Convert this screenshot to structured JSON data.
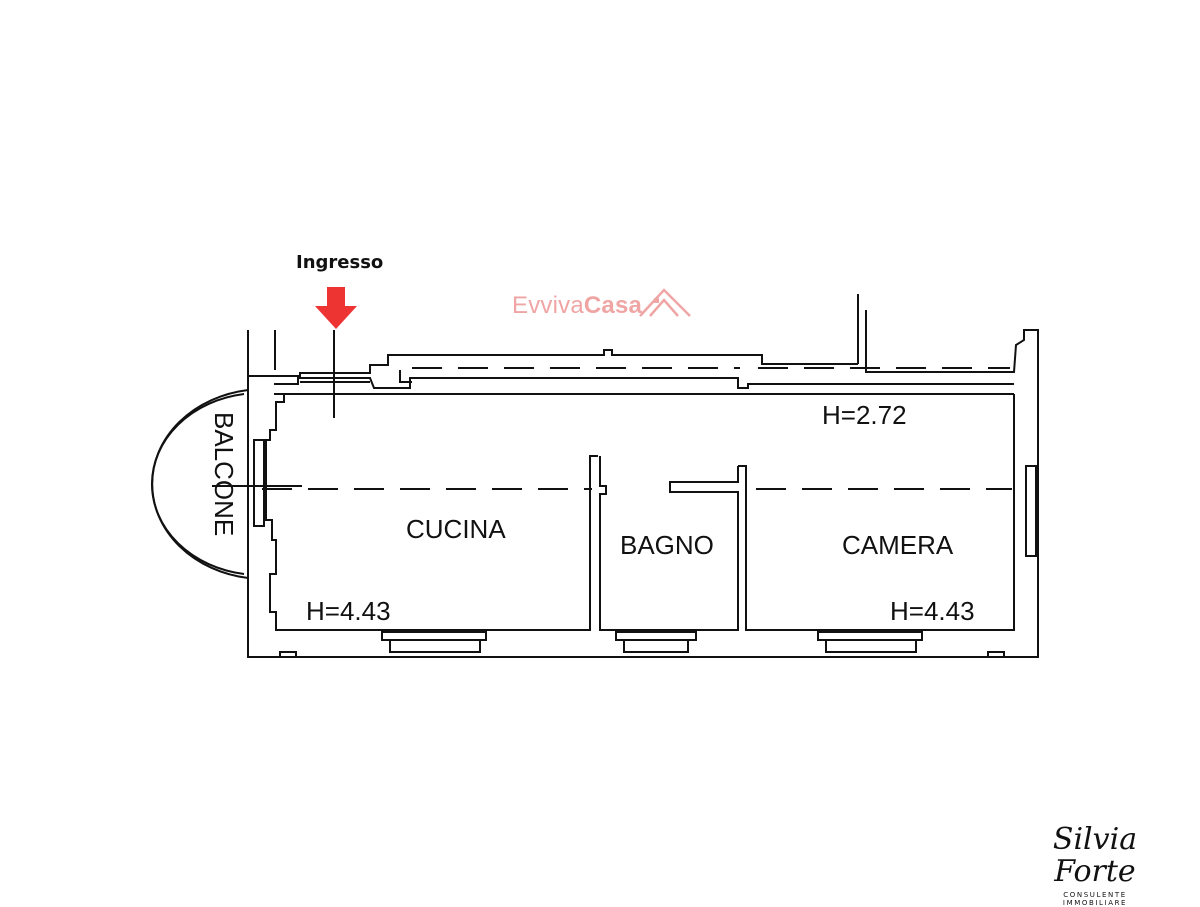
{
  "header": {
    "entrance_label": "Ingresso",
    "arrow_color": "#ee3333"
  },
  "watermark": {
    "part1": "Evviva",
    "part2": "Casa",
    "color": "#f0a5a5",
    "icon": "house-roof-icon"
  },
  "plan": {
    "rooms": {
      "balcony": "BALCONE",
      "kitchen": "CUCINA",
      "bathroom": "BAGNO",
      "bedroom": "CAMERA"
    },
    "heights": {
      "kitchen": "H=4.43",
      "bedroom": "H=4.43",
      "upper": "H=2.72"
    },
    "line_color": "#111111"
  },
  "signature": {
    "name": "Silvia Forte",
    "subtitle": "CONSULENTE IMMOBILIARE"
  }
}
